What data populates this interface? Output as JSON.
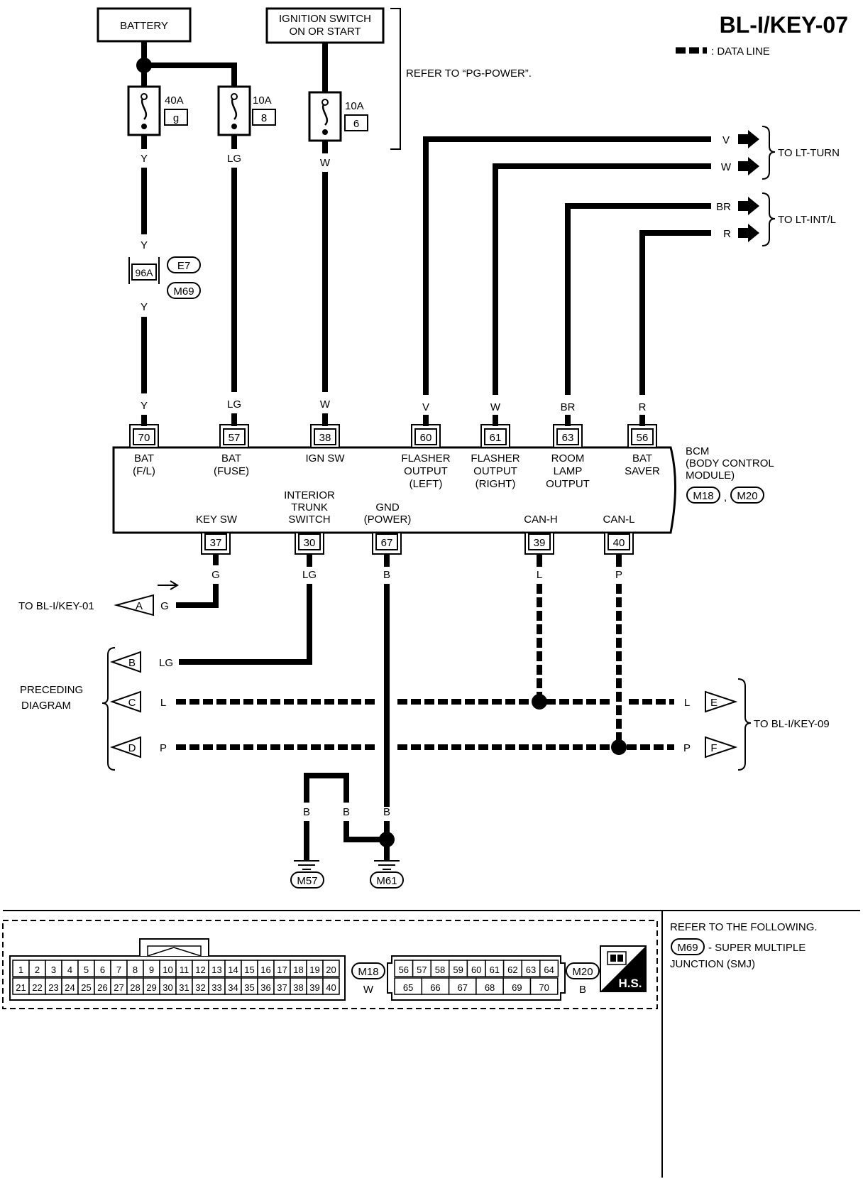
{
  "title": "BL-I/KEY-07",
  "legend": {
    "label": ": DATA LINE"
  },
  "power": {
    "battery": "BATTERY",
    "ignition_line1": "IGNITION SWITCH",
    "ignition_line2": "ON OR START",
    "refer": "REFER TO “PG-POWER”."
  },
  "fuses": [
    {
      "amp": "40A",
      "num": "g"
    },
    {
      "amp": "10A",
      "num": "8"
    },
    {
      "amp": "10A",
      "num": "6"
    }
  ],
  "junction": {
    "pin": "96A",
    "conn1": "E7",
    "conn2": "M69"
  },
  "wire_colors": {
    "y": "Y",
    "lg": "LG",
    "w": "W",
    "v": "V",
    "br": "BR",
    "r": "R",
    "g": "G",
    "l": "L",
    "p": "P",
    "b": "B"
  },
  "outputs": {
    "to_lt_turn": "TO LT-TURN",
    "to_lt_intl": "TO LT-INT/L",
    "to_bl_key_01": "TO BL-I/KEY-01",
    "preceding_line1": "PRECEDING",
    "preceding_line2": "DIAGRAM",
    "to_bl_key_09": "TO BL-I/KEY-09"
  },
  "connector_letters": {
    "a": "A",
    "b": "B",
    "c": "C",
    "d": "D",
    "e": "E",
    "f": "F"
  },
  "bcm": {
    "name1": "BCM",
    "name2": "(BODY CONTROL",
    "name3": "MODULE)",
    "conn1": "M18",
    "conn2": "M20",
    "sep": ",",
    "top_pins": [
      "70",
      "57",
      "38",
      "60",
      "61",
      "63",
      "56"
    ],
    "bottom_pins": [
      "37",
      "30",
      "67",
      "39",
      "40"
    ],
    "labels": {
      "bat_fl_1": "BAT",
      "bat_fl_2": "(F/L)",
      "bat_fuse_1": "BAT",
      "bat_fuse_2": "(FUSE)",
      "ign_sw": "IGN SW",
      "flasher_l_1": "FLASHER",
      "flasher_l_2": "OUTPUT",
      "flasher_l_3": "(LEFT)",
      "flasher_r_1": "FLASHER",
      "flasher_r_2": "OUTPUT",
      "flasher_r_3": "(RIGHT)",
      "room_1": "ROOM",
      "room_2": "LAMP",
      "room_3": "OUTPUT",
      "saver_1": "BAT",
      "saver_2": "SAVER",
      "key_sw": "KEY SW",
      "trunk_1": "INTERIOR",
      "trunk_2": "TRUNK",
      "trunk_3": "SWITCH",
      "gnd_1": "GND",
      "gnd_2": "(POWER)",
      "can_h": "CAN-H",
      "can_l": "CAN-L"
    }
  },
  "grounds": {
    "g1": "M57",
    "g2": "M61"
  },
  "connectors": {
    "m18_pins_row1": [
      "1",
      "2",
      "3",
      "4",
      "5",
      "6",
      "7",
      "8",
      "9",
      "10",
      "11",
      "12",
      "13",
      "14",
      "15",
      "16",
      "17",
      "18",
      "19",
      "20"
    ],
    "m18_pins_row2": [
      "21",
      "22",
      "23",
      "24",
      "25",
      "26",
      "27",
      "28",
      "29",
      "30",
      "31",
      "32",
      "33",
      "34",
      "35",
      "36",
      "37",
      "38",
      "39",
      "40"
    ],
    "m18_id": "M18",
    "m18_color": "W",
    "m20_pins_row1": [
      "56",
      "57",
      "58",
      "59",
      "60",
      "61",
      "62",
      "63",
      "64"
    ],
    "m20_pins_row2": [
      "65",
      "66",
      "67",
      "68",
      "69",
      "70"
    ],
    "m20_id": "M20",
    "m20_color": "B",
    "hs_label": "H.S."
  },
  "refer_note": {
    "line1": "REFER TO THE FOLLOWING.",
    "conn": "M69",
    "line2": "- SUPER MULTIPLE",
    "line3": "JUNCTION (SMJ)"
  }
}
